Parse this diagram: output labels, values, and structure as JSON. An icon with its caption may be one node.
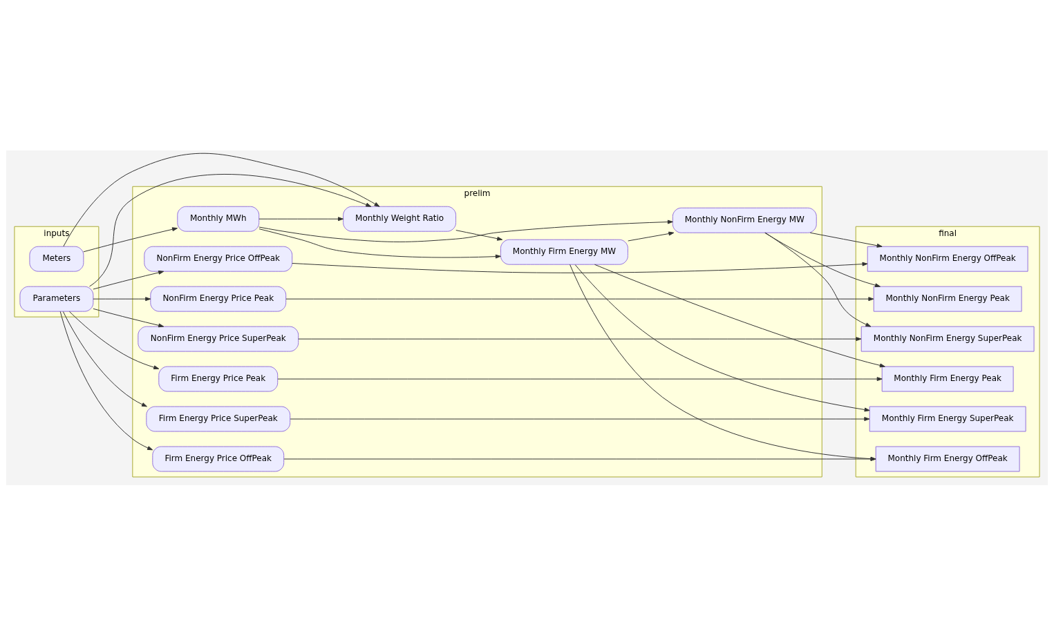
{
  "diagram": {
    "nodes": [
      {
        "text": [
          "inputs"
        ]
      },
      {
        "text": [
          "Parameters"
        ],
        "in": 0
      },
      {
        "text": [
          "Meters"
        ],
        "in": 0
      },
      {
        "text": [
          "prelim"
        ]
      },
      {
        "text": [
          "Firm Energy Price Peak"
        ],
        "in": 3
      },
      {
        "text": [
          "Firm Energy Price OffPeak"
        ],
        "in": 3
      },
      {
        "text": [
          "Firm Energy Price SuperPeak"
        ],
        "in": 3
      },
      {
        "text": [
          "Monthly Weight Ratio"
        ],
        "in": 3
      },
      {
        "text": [
          "Monthly Firm Energy MW"
        ],
        "in": 3
      },
      {
        "text": [
          "Monthly MWh"
        ],
        "in": 3
      },
      {
        "text": [
          "NonFirm Energy Price OffPeak"
        ],
        "in": 3
      },
      {
        "text": [
          "NonFirm Energy Price Peak"
        ],
        "in": 3
      },
      {
        "text": [
          "Monthly NonFirm Energy MW"
        ],
        "in": 3
      },
      {
        "text": [
          "NonFirm Energy Price SuperPeak"
        ],
        "in": 3
      },
      {
        "text": [
          "final"
        ]
      },
      {
        "text": [
          "Monthly Firm Energy Peak"
        ],
        "in": 14
      },
      {
        "text": [
          "Monthly Firm Energy OffPeak"
        ],
        "in": 14
      },
      {
        "text": [
          "Monthly Firm Energy SuperPeak"
        ],
        "in": 14
      },
      {
        "text": [
          "Monthly NonFirm Energy OffPeak"
        ],
        "in": 14
      },
      {
        "text": [
          "Monthly NonFirm Energy Peak"
        ],
        "in": 14
      },
      {
        "text": [
          "Monthly NonFirm Energy SuperPeak"
        ],
        "in": 14
      }
    ],
    "edges": [
      {
        "from": 1,
        "to": 4,
        "arrow": "to"
      },
      {
        "from": 1,
        "to": 5,
        "arrow": "to"
      },
      {
        "from": 1,
        "to": 6,
        "arrow": "to"
      },
      {
        "from": 1,
        "to": 7,
        "arrow": "to"
      },
      {
        "from": 2,
        "to": 7,
        "arrow": "to"
      },
      {
        "from": 2,
        "to": 9,
        "arrow": "to"
      },
      {
        "from": 1,
        "to": 10,
        "arrow": "to"
      },
      {
        "from": 1,
        "to": 11,
        "arrow": "to"
      },
      {
        "from": 1,
        "to": 13,
        "arrow": "to"
      },
      {
        "from": 9,
        "to": 7,
        "arrow": "to"
      },
      {
        "from": 9,
        "to": 8,
        "arrow": "to"
      },
      {
        "from": 9,
        "to": 12,
        "arrow": "to"
      },
      {
        "from": 7,
        "to": 8,
        "arrow": "to"
      },
      {
        "from": 8,
        "to": 15,
        "arrow": "to"
      },
      {
        "from": 8,
        "to": 16,
        "arrow": "to"
      },
      {
        "from": 8,
        "to": 17,
        "arrow": "to"
      },
      {
        "from": 8,
        "to": 12,
        "arrow": "to"
      },
      {
        "from": 4,
        "to": 15,
        "arrow": "to"
      },
      {
        "from": 5,
        "to": 16,
        "arrow": "to"
      },
      {
        "from": 6,
        "to": 17,
        "arrow": "to"
      },
      {
        "from": 10,
        "to": 18,
        "arrow": "to"
      },
      {
        "from": 11,
        "to": 19,
        "arrow": "to"
      },
      {
        "from": 13,
        "to": 20,
        "arrow": "to"
      },
      {
        "from": 12,
        "to": 18,
        "arrow": "to"
      },
      {
        "from": 12,
        "to": 19,
        "arrow": "to"
      },
      {
        "from": 12,
        "to": 20,
        "arrow": "to"
      }
    ]
  }
}
